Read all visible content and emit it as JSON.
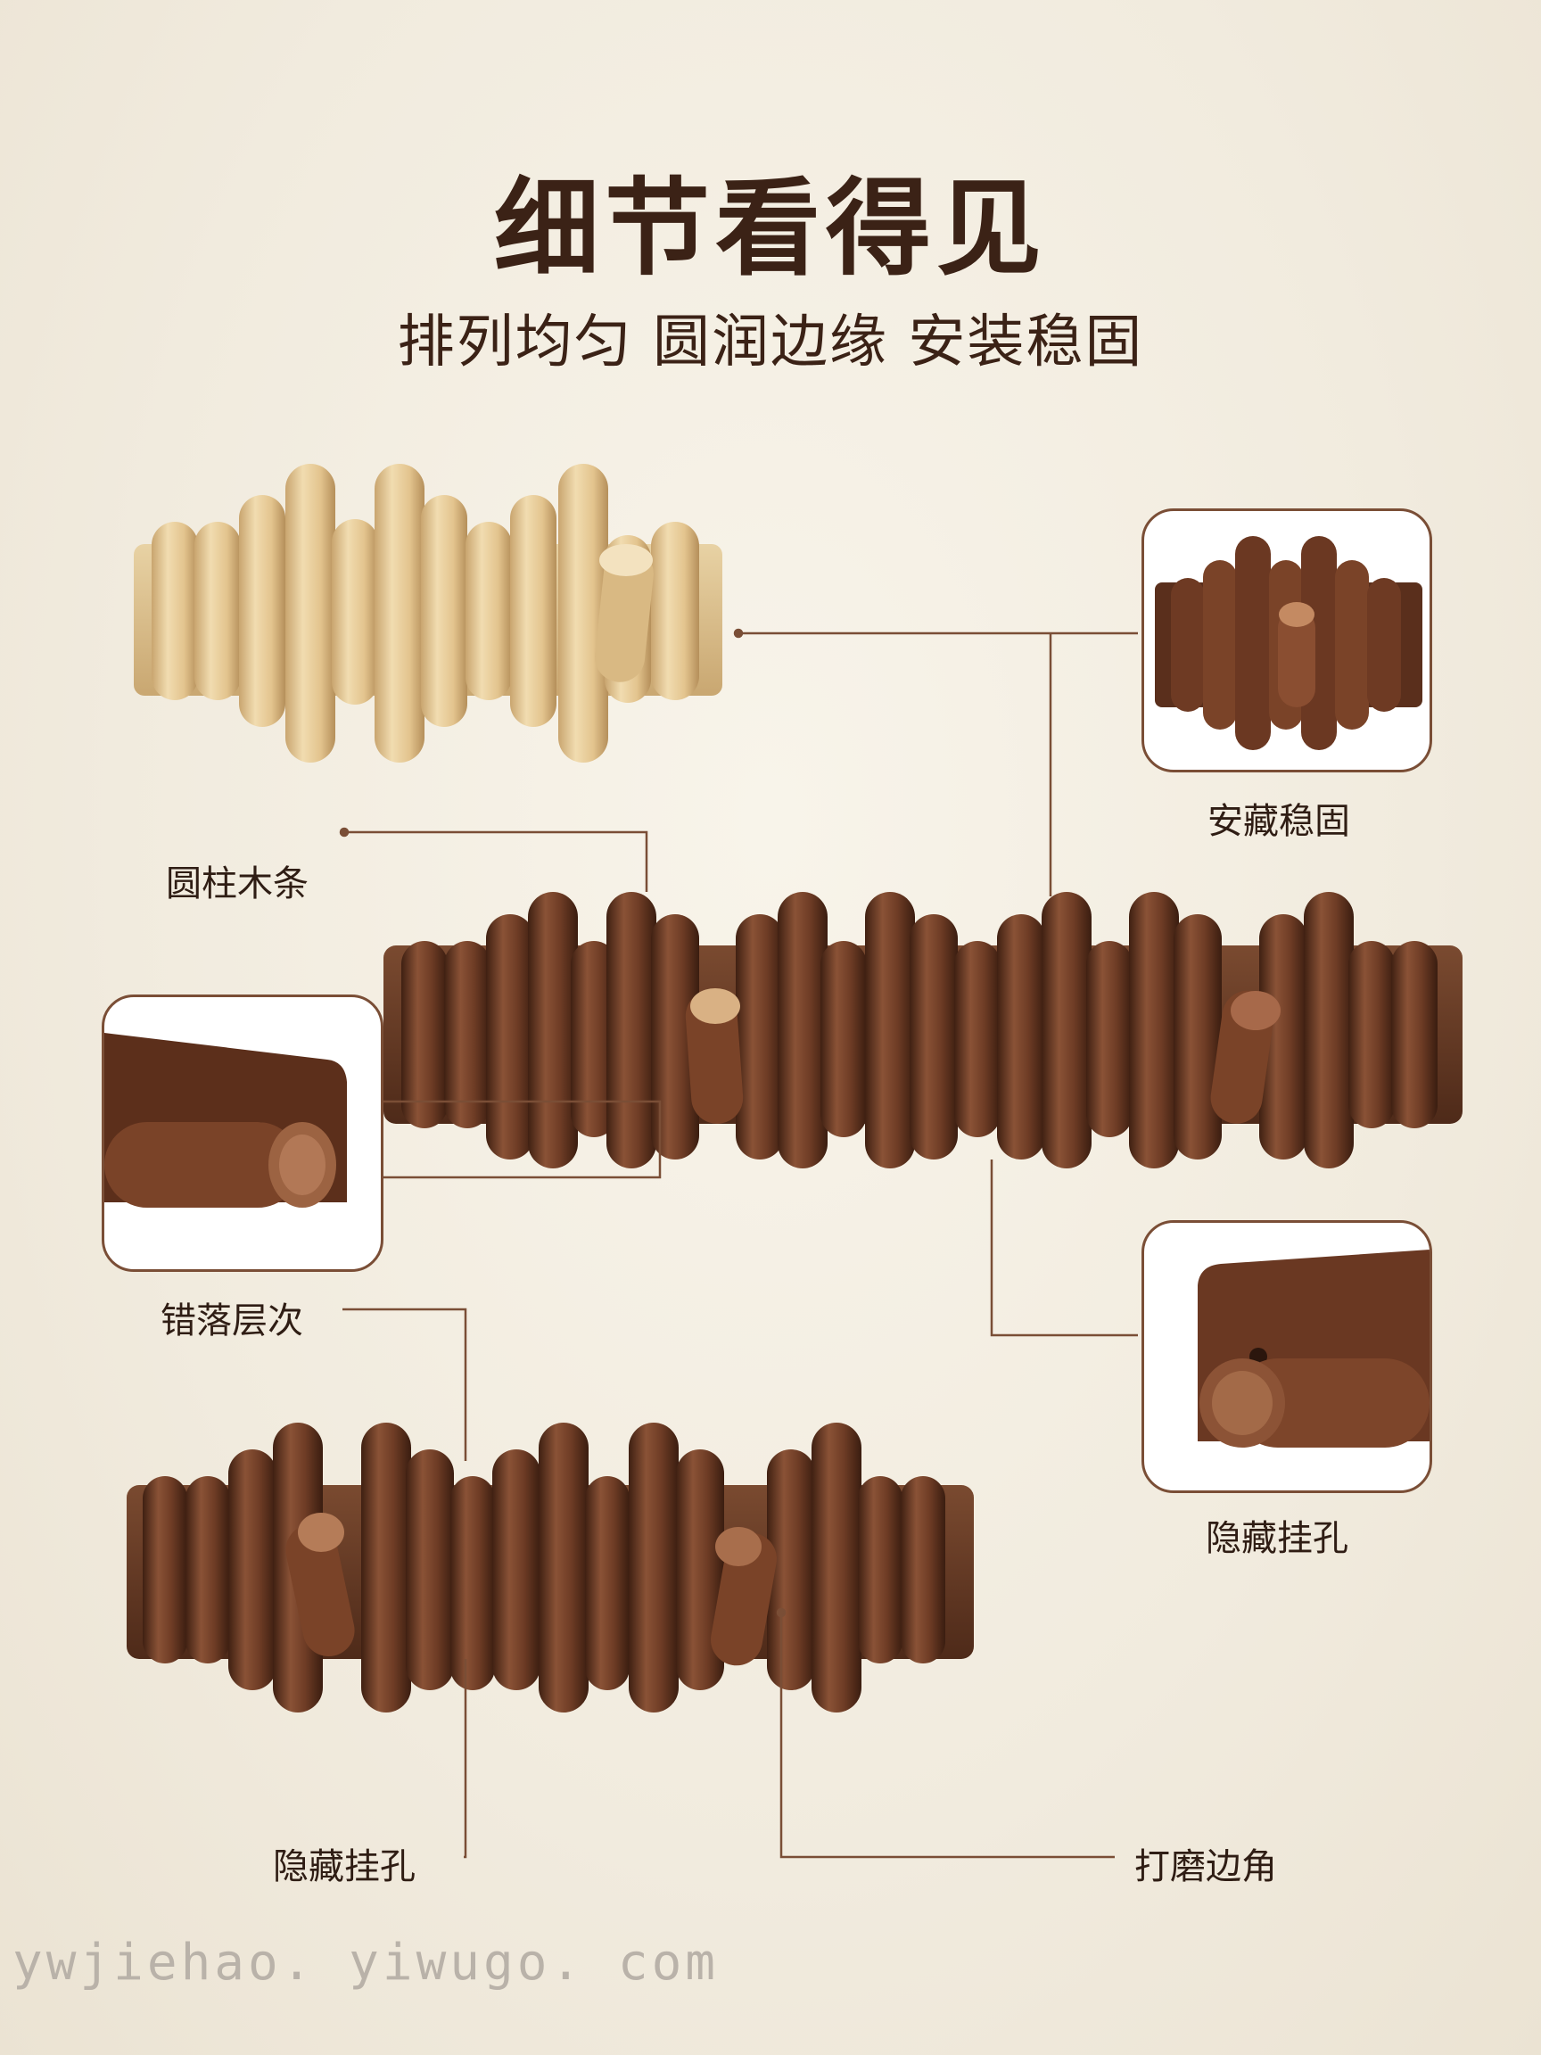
{
  "header": {
    "title": "细节看得见",
    "subtitle": "排列均匀 圆润边缘 安装稳固"
  },
  "callouts": {
    "round_bars": "圆柱木条",
    "stable_install_top": "安藏稳固",
    "staggered_layers": "错落层次",
    "hidden_hole_right": "隐藏挂孔",
    "hidden_hole_bottom": "隐藏挂孔",
    "polished_edges": "打磨边角"
  },
  "watermark": "ywjiehao. yiwugo. com",
  "colors": {
    "light_wood": "#e6cf9f",
    "walnut": "#6a3a24",
    "walnut_dark": "#4a2718",
    "line": "#7a4e36",
    "background": "#f3eee4"
  }
}
